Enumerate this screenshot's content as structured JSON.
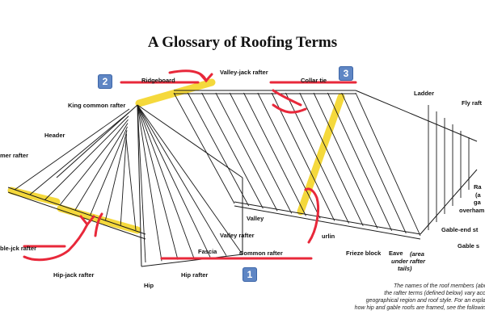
{
  "title": "A Glossary of Roofing Terms",
  "badges": {
    "b1": "1",
    "b2": "2",
    "b3": "3"
  },
  "labels": {
    "valley_jack_rafter": "Valley-jack rafter",
    "ridgeboard": "Ridgeboard",
    "collar_tie": "Collar tie",
    "king_common_rafter": "King common rafter",
    "ladder": "Ladder",
    "fly_rafter": "Fly raft",
    "header": "Header",
    "trimmer_rafter": "mer rafter",
    "rake": "Ra",
    "rake_sub1": "(a",
    "rake_sub2": "ga",
    "rake_sub3": "overham",
    "valley": "Valley",
    "gable_end_stud": "Gable-end st",
    "purlin": "urlin",
    "gable_stud": "Gable s",
    "valley_rafter": "Valley rafter",
    "fascia": "Fascia",
    "common_rafter": "Common rafter",
    "frieze_block": "Frieze block",
    "eave": "Eave",
    "eave_sub1": "(area",
    "eave_sub2": "under rafter",
    "eave_sub3": "tails)",
    "hip_jack_left": "ble-jck rafter",
    "hip_jack_rafter": "Hip-jack rafter",
    "hip_rafter": "Hip rafter",
    "hip": "Hip"
  },
  "caption": [
    "The names of the roof members (above), a",
    "the rafter terms (defined below) vary according",
    "geographical region and roof style.  For an explanation",
    "how hip and gable roofs are framed, see the following artic"
  ],
  "colors": {
    "annotation_red": "#e8283a",
    "highlight_yellow": "#f3d21a",
    "badge_blue": "#5f86c4"
  }
}
